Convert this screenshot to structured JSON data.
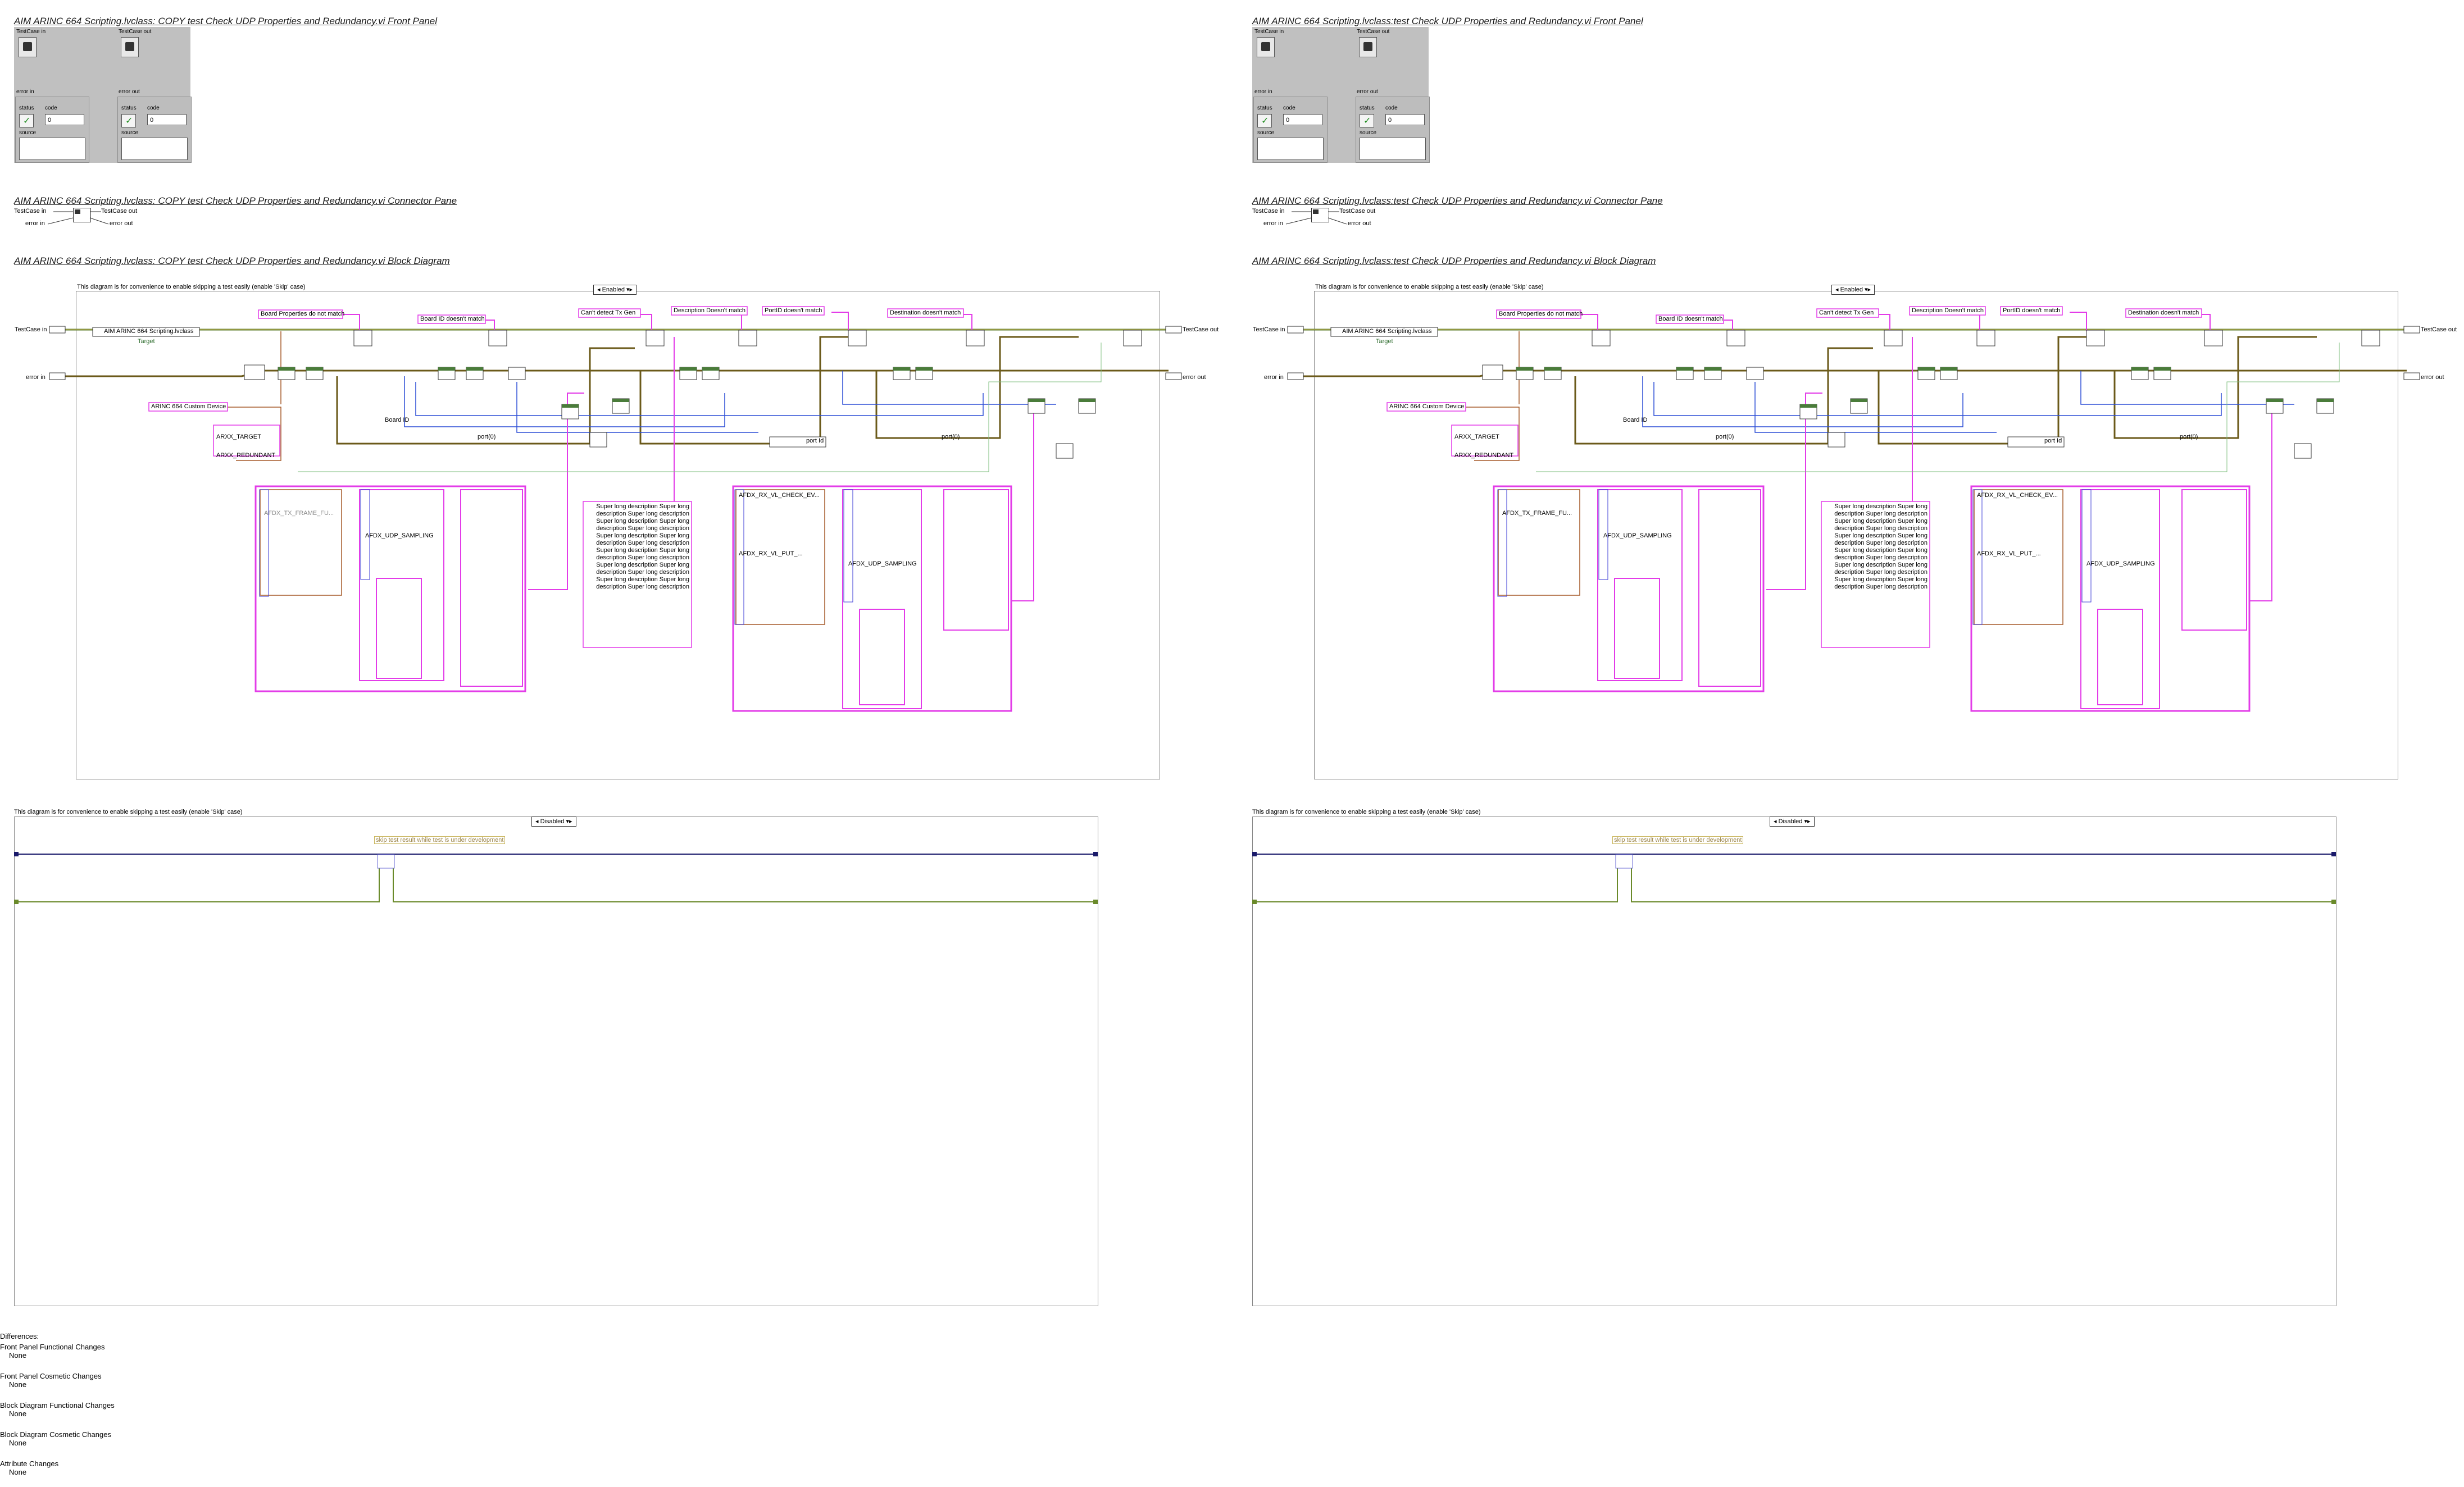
{
  "left": {
    "front_panel_title": "AIM ARINC 664 Scripting.lvclass:  COPY  test Check UDP Properties and Redundancy.vi Front Panel",
    "connector_title": "AIM ARINC 664 Scripting.lvclass:  COPY  test Check UDP Properties and Redundancy.vi Connector Pane",
    "block_title": "AIM ARINC 664 Scripting.lvclass:  COPY  test Check UDP Properties and Redundancy.vi Block Diagram"
  },
  "right": {
    "front_panel_title": "AIM ARINC 664 Scripting.lvclass:test Check UDP Properties and Redundancy.vi Front Panel",
    "connector_title": "AIM ARINC 664 Scripting.lvclass:test Check UDP Properties and Redundancy.vi Connector Pane",
    "block_title": "AIM ARINC 664 Scripting.lvclass:test Check UDP Properties and Redundancy.vi Block Diagram"
  },
  "front_panel": {
    "testcase_in": "TestCase in",
    "testcase_out": "TestCase out",
    "error_in": "error in",
    "error_out": "error out",
    "status": "status",
    "code": "code",
    "code_value": "0",
    "source": "source"
  },
  "connector": {
    "testcase_in": "TestCase in",
    "testcase_out": "TestCase out",
    "error_in": "error in",
    "error_out": "error out"
  },
  "block": {
    "note_enabled": "This diagram is for convenience to enable skipping a test easily (enable 'Skip' case)",
    "case_enabled": "Enabled",
    "testcase_in": "TestCase in",
    "testcase_out": "TestCase out",
    "error_in": "error in",
    "error_out": "error out",
    "class_label": "AIM ARINC 664 Scripting.lvclass",
    "target": "Target",
    "custom_device": "ARINC 664 Custom Device",
    "enum_1": "ARXX_TARGET",
    "enum_2": "ARXX_REDUNDANT",
    "board_id": "Board ID",
    "port0": "port(0)",
    "port_id": "port Id",
    "msg_board_props": "Board Properties do not match",
    "msg_board_id": "Board ID doesn't match",
    "msg_cant_detect": "Can't detect Tx Gen",
    "msg_description": "Description Doesn't match",
    "msg_port_id": "PortID doesn't match",
    "msg_destination": "Destination doesn't match",
    "frame_enum": "AFDX_TX_FRAME_FU...",
    "udp_sampling": "AFDX_UDP_SAMPLING",
    "vl_check": "AFDX_RX_VL_CHECK_EV...",
    "vl_put": "AFDX_RX_VL_PUT_...",
    "super_long": "Super long description Super long description Super long description Super long description Super long description Super long description Super long description Super long description Super long description Super long description Super long description Super long description Super long description Super long description Super long description Super long description Super long description Super long description"
  },
  "disabled_block": {
    "note": "This diagram is for convenience to enable skipping a test easily (enable 'Skip' case)",
    "case_disabled": "Disabled",
    "skip_msg": "skip test result while test is under development"
  },
  "differences": {
    "header": "Differences:",
    "items": [
      {
        "category": "Front Panel Functional Changes",
        "value": "None"
      },
      {
        "category": "Front Panel Cosmetic Changes",
        "value": "None"
      },
      {
        "category": "Block Diagram Functional Changes",
        "value": "None"
      },
      {
        "category": "Block Diagram Cosmetic Changes",
        "value": "None"
      },
      {
        "category": "Attribute Changes",
        "value": "None"
      }
    ]
  }
}
